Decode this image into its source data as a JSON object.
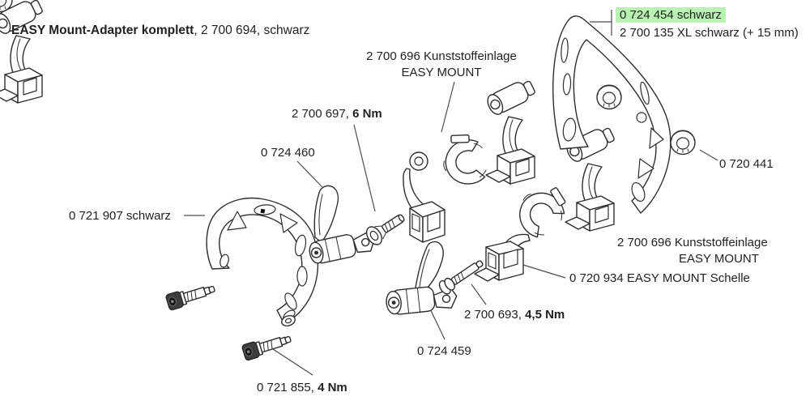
{
  "colors": {
    "highlight_green": "#b9f2b2",
    "text": "#222222",
    "leader_line": "#4d4d4d"
  },
  "title": {
    "bold": "EASY Mount-Adapter komplett",
    "normal": ", 2 700 694, schwarz"
  },
  "labels": {
    "part_454": "0 724 454 schwarz",
    "part_135": "2 700 135 XL schwarz (+ 15 mm)",
    "insert_top_1": "2 700 696 Kunststoffeinlage",
    "insert_top_2": "EASY MOUNT",
    "bolt_697": "2 700 697, ",
    "bolt_697_torque": "6 Nm",
    "lever_460": "0 724 460",
    "bracket_907": "0 721 907 schwarz",
    "ring_441": "0 720 441",
    "insert_right_1": "2 700 696 Kunststoffeinlage",
    "insert_right_2": "EASY MOUNT",
    "schelle_934": "0 720 934 EASY MOUNT Schelle",
    "bolt_693": "2 700 693, ",
    "bolt_693_torque": "4,5 Nm",
    "lever_459": "0 724 459",
    "screw_855": "0 721 855, ",
    "screw_855_torque": "4 Nm"
  }
}
